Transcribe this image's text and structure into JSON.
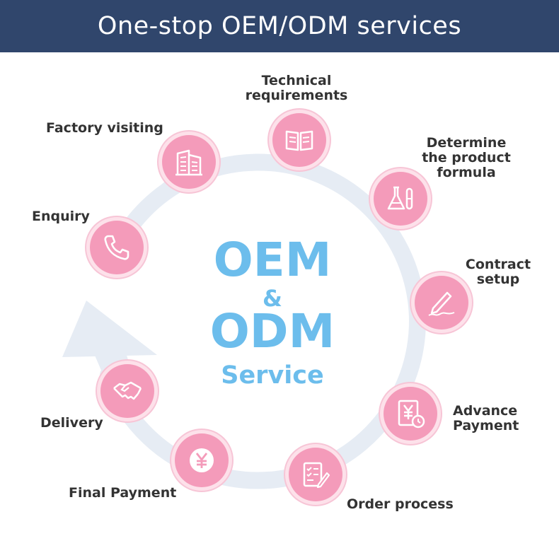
{
  "header": {
    "title": "One-stop OEM/ODM services"
  },
  "center": {
    "line1": "OEM",
    "line2": "&",
    "line3": "ODM",
    "line4": "Service"
  },
  "steps": [
    {
      "label": "Technical\nrequirements",
      "icon": "open-book-icon"
    },
    {
      "label": "Determine\nthe product\nformula",
      "icon": "lab-flask-icon"
    },
    {
      "label": "Contract\nsetup",
      "icon": "pen-signature-icon"
    },
    {
      "label": "Advance\nPayment",
      "icon": "yen-document-clock-icon"
    },
    {
      "label": "Order process",
      "icon": "checklist-pen-icon"
    },
    {
      "label": "Final Payment",
      "icon": "yen-coin-icon"
    },
    {
      "label": "Delivery",
      "icon": "handshake-icon"
    },
    {
      "label": "Enquiry",
      "icon": "phone-icon"
    },
    {
      "label": "Factory visiting",
      "icon": "factory-building-icon"
    }
  ],
  "colors": {
    "header_bg": "#30466c",
    "node_pink": "#f49bba",
    "center_blue": "#6cbdec",
    "cycle_track": "#e6ecf4"
  }
}
